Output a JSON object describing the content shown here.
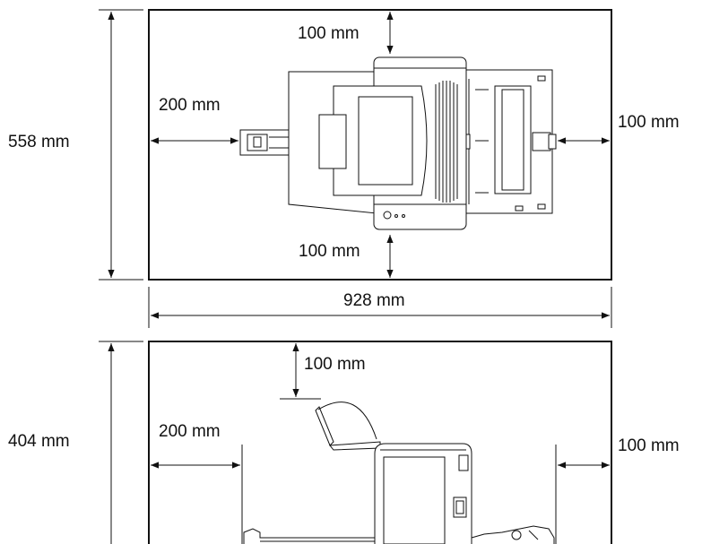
{
  "top_view": {
    "height_label": "558 mm",
    "width_label": "928 mm",
    "rear_clearance": "100 mm",
    "left_clearance": "200 mm",
    "right_clearance": "100 mm",
    "front_clearance": "100 mm"
  },
  "side_view": {
    "height_label": "404 mm",
    "top_clearance": "100 mm",
    "left_clearance": "200 mm",
    "right_clearance": "100 mm"
  },
  "colors": {
    "line": "#111111",
    "printer_fill": "#ffffff"
  }
}
